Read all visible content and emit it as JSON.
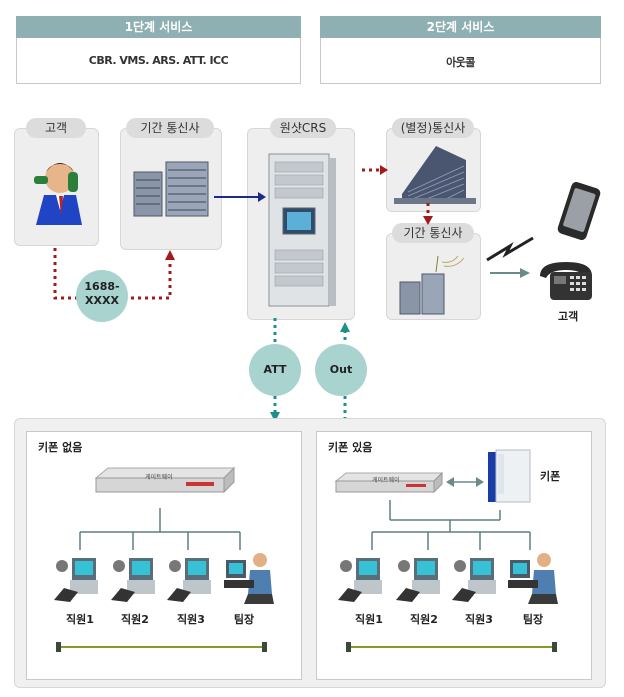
{
  "services": [
    {
      "header": "1단계 서비스",
      "text": "CBR. VMS. ARS. ATT. ICC"
    },
    {
      "header": "2단계 서비스",
      "text": "아웃콜"
    }
  ],
  "nodes": {
    "customer": "고객",
    "carrier1": "기간 통신사",
    "crs": "원샷CRS",
    "separate": "(별정)통신사",
    "carrier2": "기간 통신사",
    "customer_right": "고객"
  },
  "number_bubble": "1688-\nXXXX",
  "att_label": "ATT",
  "out_label": "Out",
  "panels": [
    {
      "title": "키폰 없음",
      "gateway": "게이트웨이",
      "workers": [
        "직원1",
        "직원2",
        "직원3",
        "팀장"
      ]
    },
    {
      "title": "키폰 있음",
      "gateway": "게이트웨이",
      "keyphone": "키폰",
      "workers": [
        "직원1",
        "직원2",
        "직원3",
        "팀장"
      ]
    }
  ],
  "colors": {
    "dotted": "#a31a1a",
    "teal": "#1f8f8a",
    "navy": "#1e2a8a"
  }
}
